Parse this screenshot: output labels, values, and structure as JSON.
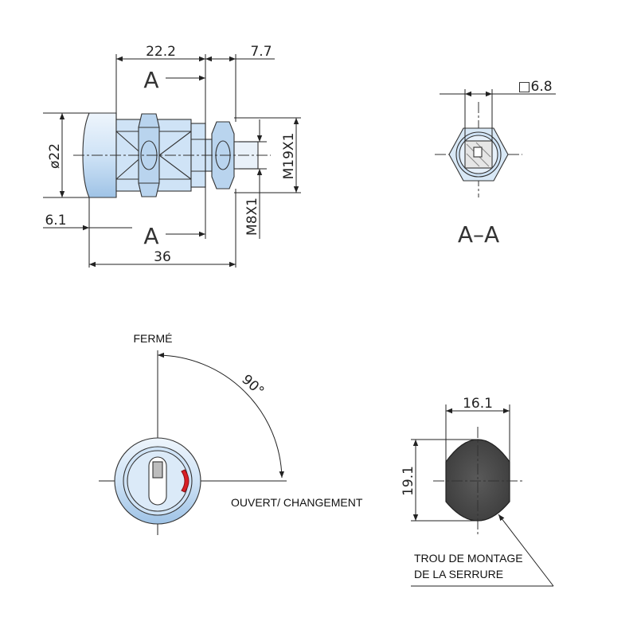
{
  "labels": {
    "dim_22_2": "22.2",
    "dim_7_7": "7.7",
    "dim_36": "36",
    "dim_6_1": "6.1",
    "dim_dia22": "ø22",
    "dim_m19": "M19X1",
    "dim_m8": "M8X1",
    "dim_sq": "□6.8",
    "section_a_top": "A",
    "section_a_bottom": "A",
    "section_aa": "A–A",
    "closed": "FERMÉ",
    "angle": "90°",
    "open": "OUVERT/ CHANGEMENT",
    "dim_16_1": "16.1",
    "dim_19_1": "19.1",
    "hole_line1": "TROU DE MONTAGE",
    "hole_line2": "DE LA SERRURE"
  },
  "colors": {
    "body_blue": "#cfe3f6",
    "shade_blue": "#b9d4ee",
    "hole_gray": "#4a4a4a",
    "indicator_red": "#d91f26",
    "line": "#222222"
  }
}
